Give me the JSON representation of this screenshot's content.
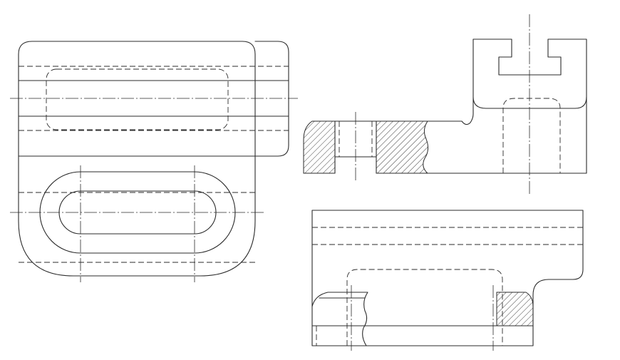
{
  "colors": {
    "background": "#ffffff",
    "linework": "#2b2b2b"
  },
  "views": [
    {
      "name": "top-view",
      "description_icon": "plan-view"
    },
    {
      "name": "front-section-view",
      "description_icon": "section-view"
    },
    {
      "name": "side-section-view",
      "description_icon": "section-view"
    }
  ],
  "hatch": {
    "pattern": "diagonal-45",
    "spacing_units": 6
  }
}
